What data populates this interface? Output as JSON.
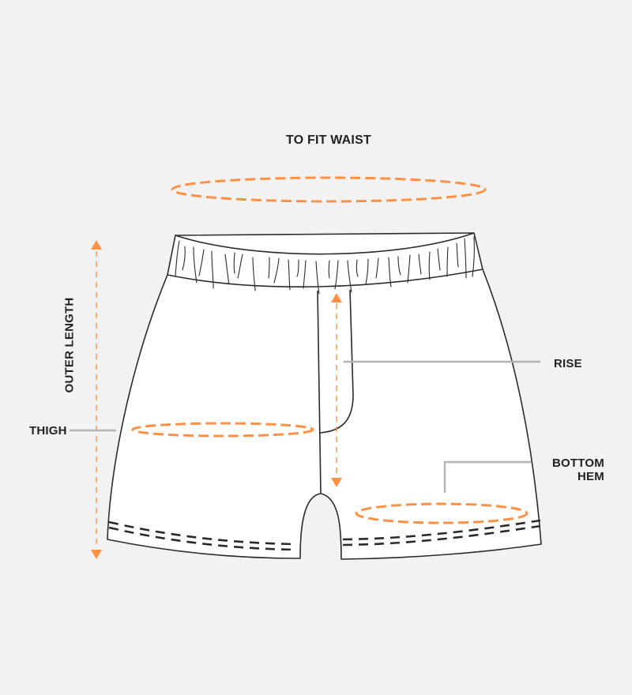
{
  "diagram": {
    "subject": "shorts size guide",
    "colors": {
      "background": "#f2f2f2",
      "garment_fill": "#ffffff",
      "outline": "#2b2b2b",
      "measure_accent": "#ff9147",
      "leader_line": "#b3b3b3",
      "label_text": "#222222"
    },
    "labels": {
      "waist": "TO FIT WAIST",
      "outer_length": "OUTER LENGTH",
      "thigh": "THIGH",
      "rise": "RISE",
      "bottom_hem_line1": "BOTTOM",
      "bottom_hem_line2": "HEM"
    }
  }
}
